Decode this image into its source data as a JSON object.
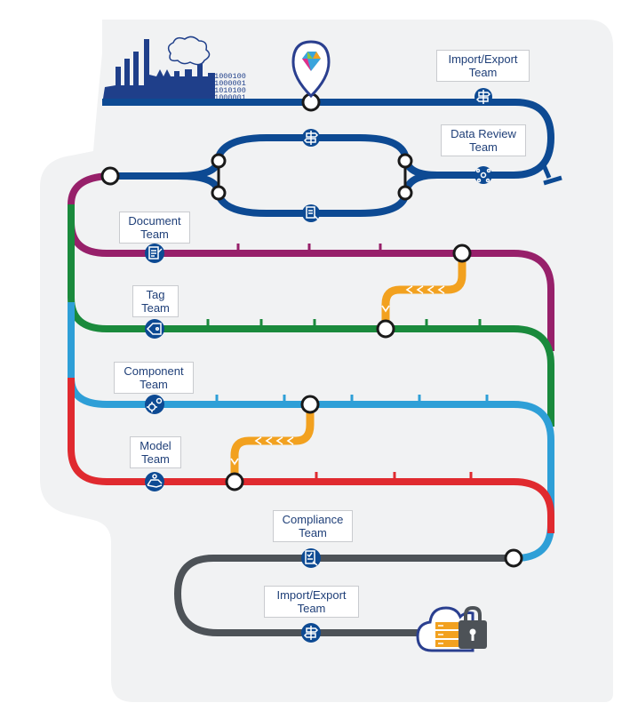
{
  "labels": {
    "import_export_top": [
      "Import/Export",
      "Team"
    ],
    "data_review": [
      "Data Review",
      "Team"
    ],
    "document": [
      "Document",
      "Team"
    ],
    "tag": [
      "Tag",
      "Team"
    ],
    "component": [
      "Component",
      "Team"
    ],
    "model": [
      "Model",
      "Team"
    ],
    "compliance": [
      "Compliance",
      "Team"
    ],
    "import_export_bottom": [
      "Import/Export",
      "Team"
    ]
  },
  "binary_lines": [
    "01000100",
    "01000001",
    "01010100",
    "01000001"
  ],
  "colors": {
    "navy": "#0d4a93",
    "magenta": "#97206a",
    "green": "#1a8a3c",
    "cyan": "#2e9fd7",
    "red": "#e02a2f",
    "gray": "#4d5257",
    "orange": "#f2a11f",
    "backdrop": "#f1f2f3",
    "factory": "#1f3f8a"
  },
  "icons": {
    "import_export_top": "signpost-icon",
    "loop_top": "signpost-icon",
    "loop_bottom": "document-review-icon",
    "data_review": "network-icon",
    "document": "document-icon",
    "tag": "tag-icon",
    "component": "gears-icon",
    "model": "hand-icon",
    "compliance": "checklist-icon",
    "import_export_bottom": "signpost-icon",
    "start_marker": "gem-pin-icon",
    "end": "cloud-server-lock-icon"
  }
}
